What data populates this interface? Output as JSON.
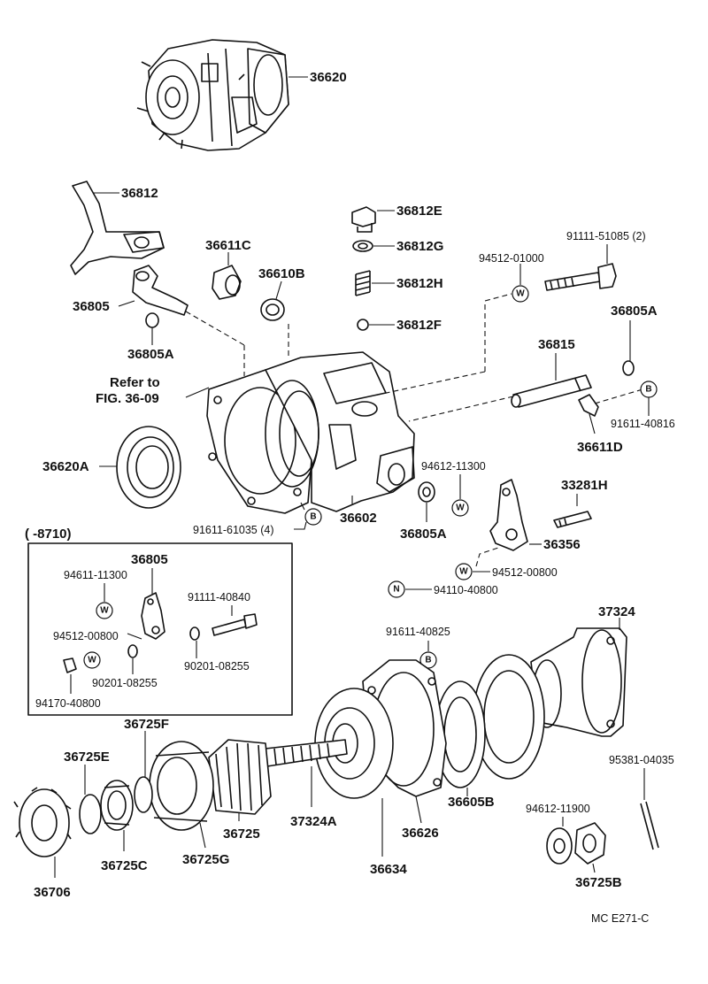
{
  "labels": {
    "p36620": "36620",
    "p36812": "36812",
    "p36611C": "36611C",
    "p36610B": "36610B",
    "p36812E": "36812E",
    "p36812G": "36812G",
    "p36812H": "36812H",
    "p36812F": "36812F",
    "p91111_51085": "91111-51085 (2)",
    "p94512_01000": "94512-01000",
    "p36805": "36805",
    "p36805A_1": "36805A",
    "p36805A_2": "36805A",
    "refer_line1": "Refer to",
    "refer_line2": "FIG. 36-09",
    "p36815": "36815",
    "p91611_40816": "91611-40816",
    "p36611D": "36611D",
    "p36620A": "36620A",
    "p94612_11300_a": "94612-11300",
    "p33281H": "33281H",
    "p91611_61035": "91611-61035 (4)",
    "p36602": "36602",
    "p36805A_3": "36805A",
    "p36356": "36356",
    "p94512_00800_a": "94512-00800",
    "p94110_40800": "94110-40800",
    "box_range": "(      -8710)",
    "box_36805": "36805",
    "box_94611_11300": "94611-11300",
    "box_91111_40840": "91111-40840",
    "box_94512_00800": "94512-00800",
    "box_90201_08255_a": "90201-08255",
    "box_90201_08255_b": "90201-08255",
    "box_94170_40800": "94170-40800",
    "p37324": "37324",
    "p91611_40825": "91611-40825",
    "p36725F": "36725F",
    "p36725E": "36725E",
    "p95381_04035": "95381-04035",
    "p36605B": "36605B",
    "p94612_11900": "94612-11900",
    "p37324A": "37324A",
    "p36725": "36725",
    "p36626": "36626",
    "p36706": "36706",
    "p36725C": "36725C",
    "p36725G": "36725G",
    "p36634": "36634",
    "p36725B": "36725B",
    "fig_code": "MC  E271-C"
  },
  "symbols": {
    "washer": "W",
    "bolt": "B",
    "nut": "N"
  }
}
